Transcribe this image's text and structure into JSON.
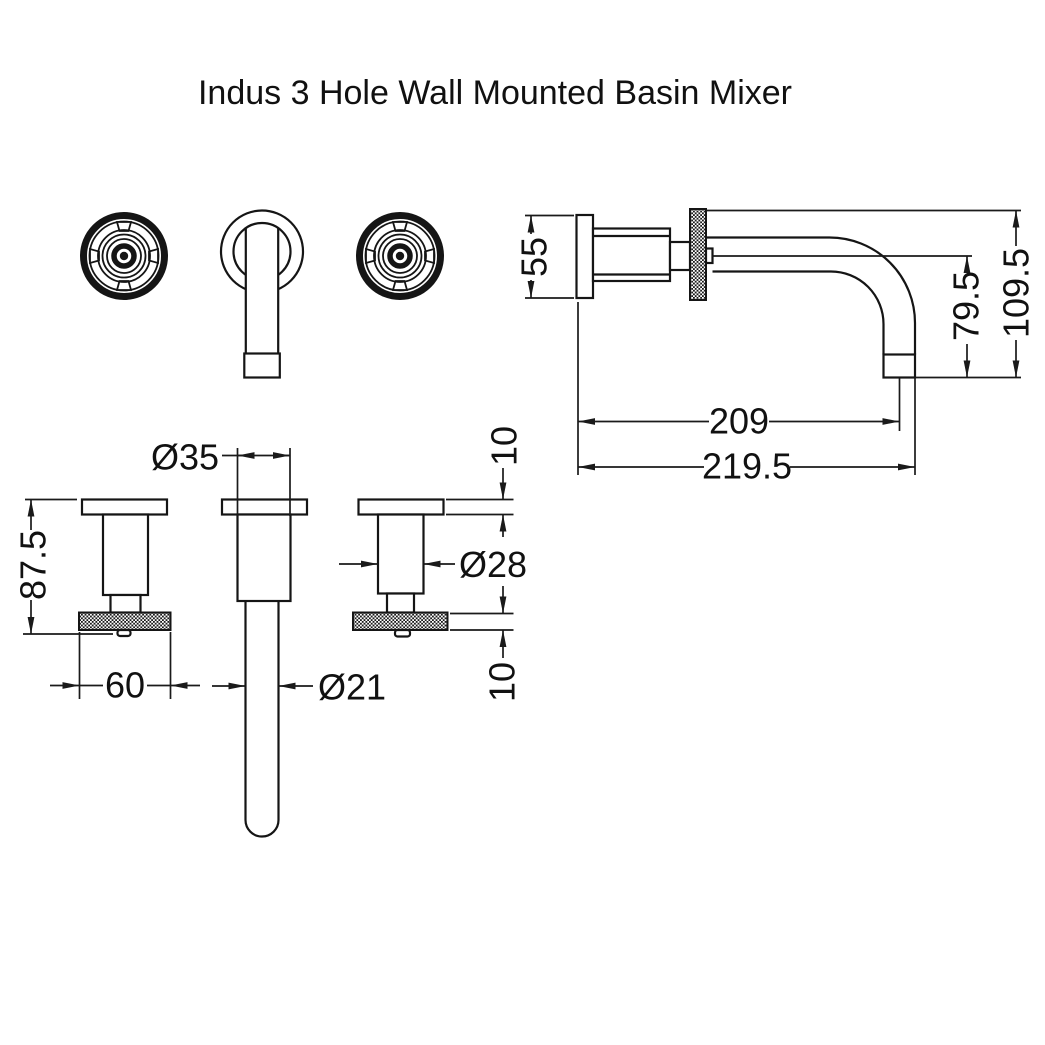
{
  "title": "Indus 3 Hole Wall Mounted Basin Mixer",
  "diagram": {
    "type": "technical-drawing",
    "views": [
      "front-elevation",
      "side-elevation-spout",
      "handle-and-spout-details"
    ],
    "line_color": "#151515",
    "background": "#ffffff"
  },
  "dimensions": {
    "side_view": {
      "wall_flange_diameter": "55",
      "spout_drop_to_outlet": "79.5",
      "overall_drop": "109.5",
      "spout_projection": "209",
      "overall_projection": "219.5"
    },
    "detail_view": {
      "escutcheon_diameter": "Ø35",
      "handle_overall_length": "87.5",
      "handle_wheel_diameter": "60",
      "spout_tube_diameter": "Ø21",
      "handle_body_diameter": "Ø28",
      "flange_thickness": "10",
      "wheel_thickness": "10"
    }
  }
}
